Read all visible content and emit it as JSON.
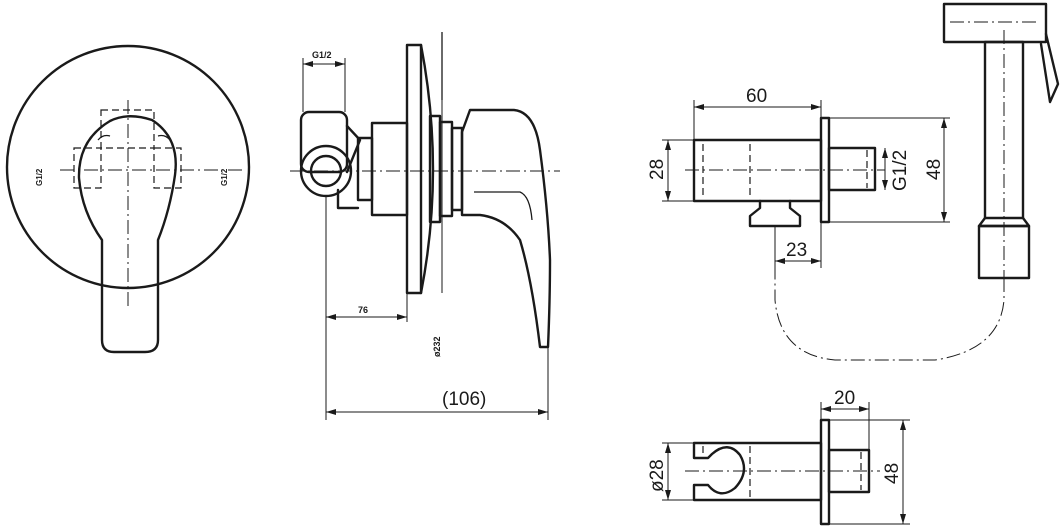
{
  "labels": {
    "front_g1_left": "G1/2",
    "front_g1_right": "G1/2",
    "side_g1_top": "G1/2",
    "side_dim_76": "76",
    "side_dim_diameter": "ø232",
    "side_dim_106": "(106)",
    "holder_dim_60": "60",
    "holder_dim_28": "28",
    "holder_dim_g1": "G1/2",
    "holder_dim_48": "48",
    "holder_dim_23": "23",
    "bottom_dim_20": "20",
    "bottom_dim_d28": "ø28",
    "bottom_dim_48": "48"
  },
  "colors": {
    "line": "#1a1a1a",
    "background": "#ffffff"
  }
}
